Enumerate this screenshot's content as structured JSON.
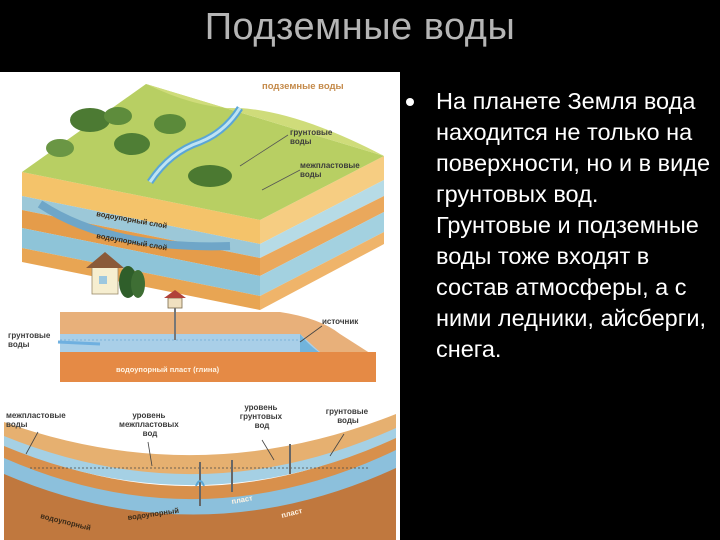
{
  "slide": {
    "title": "Подземные воды",
    "bullet_text": "На планете Земля вода находится не только на поверхности, но и в виде грунтовых вод. Грунтовые и подземные воды тоже входят в состав атмосферы, а с ними ледники, айсберги, снега."
  },
  "diagram": {
    "top_block": {
      "heading": "подземные воды",
      "groundwater": [
        "грунтовые",
        "воды"
      ],
      "interstratal": [
        "межпластовые",
        "воды"
      ],
      "aquiclude_1": "водоупорный слой",
      "aquiclude_2": "водоупорный слой"
    },
    "middle_block": {
      "groundwater": [
        "грунтовые",
        "воды"
      ],
      "spring": "источник",
      "aquiclude": "водоупорный  пласт  (глина)"
    },
    "bottom_block": {
      "interstratal": [
        "межпластовые",
        "воды"
      ],
      "interstratal_level": [
        "уровень",
        "межпластовых",
        "вод"
      ],
      "groundwater_level": [
        "уровень",
        "грунтовых",
        "вод"
      ],
      "groundwater": [
        "грунтовые",
        "воды"
      ],
      "aquiclude_1": "водоупорный",
      "aquiclude_2": "водоупорный",
      "layer_1": "пласт",
      "layer_2": "пласт"
    }
  }
}
